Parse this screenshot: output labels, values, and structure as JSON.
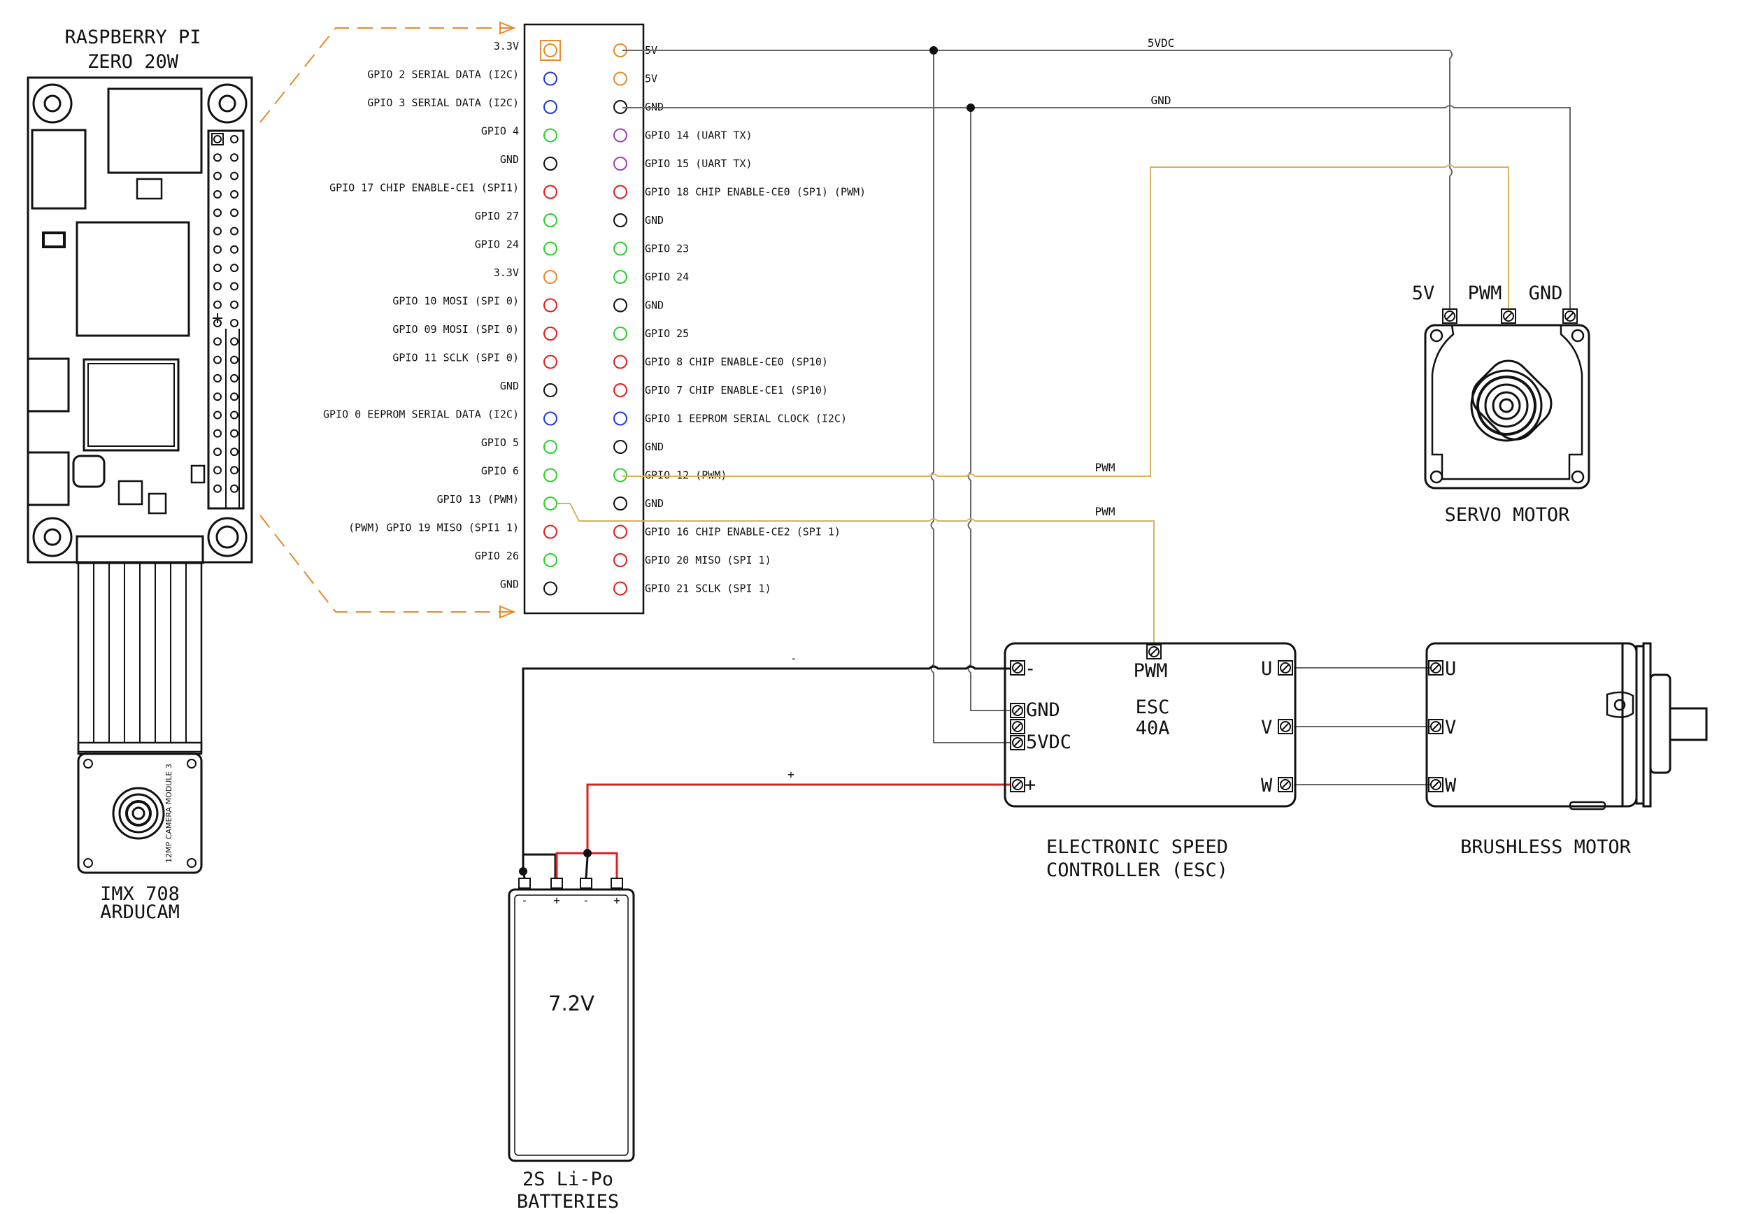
{
  "titles": {
    "rpi_line1": "RASPBERRY PI",
    "rpi_line2": "ZERO 20W",
    "cam_line1": "IMX 708",
    "cam_line2": "ARDUCAM",
    "servo": "SERVO MOTOR",
    "esc_line1": "ELECTRONIC SPEED",
    "esc_line2": "CONTROLLER (ESC)",
    "motor": "BRUSHLESS MOTOR",
    "battery_line1": "2S Li-Po",
    "battery_line2": "BATTERIES"
  },
  "camera_module_text": "12MP CAMERA MODULE 3",
  "gpio_left": [
    {
      "label": "3.3V",
      "color": "#e8892a"
    },
    {
      "label": "GPIO 2 SERIAL DATA (I2C)",
      "color": "#1f3ad6"
    },
    {
      "label": "GPIO 3 SERIAL DATA (I2C)",
      "color": "#1f3ad6"
    },
    {
      "label": "GPIO 4",
      "color": "#2bd12b"
    },
    {
      "label": "GND",
      "color": "#111111"
    },
    {
      "label": "GPIO 17 CHIP ENABLE-CE1 (SPI1)",
      "color": "#e02020"
    },
    {
      "label": "GPIO 27",
      "color": "#2bd12b"
    },
    {
      "label": "GPIO 24",
      "color": "#2bd12b"
    },
    {
      "label": "3.3V",
      "color": "#e8892a"
    },
    {
      "label": "GPIO 10 MOSI (SPI 0)",
      "color": "#e02020"
    },
    {
      "label": "GPIO 09 MOSI (SPI 0)",
      "color": "#e02020"
    },
    {
      "label": "GPIO 11 SCLK (SPI 0)",
      "color": "#e02020"
    },
    {
      "label": "GND",
      "color": "#111111"
    },
    {
      "label": "GPIO 0 EEPROM SERIAL DATA (I2C)",
      "color": "#1f3ad6"
    },
    {
      "label": "GPIO 5",
      "color": "#2bd12b"
    },
    {
      "label": "GPIO 6",
      "color": "#2bd12b"
    },
    {
      "label": "GPIO 13 (PWM)",
      "color": "#2bd12b"
    },
    {
      "label": "(PWM) GPIO 19 MISO (SPI1 1)",
      "color": "#e02020"
    },
    {
      "label": "GPIO 26",
      "color": "#2bd12b"
    },
    {
      "label": "GND",
      "color": "#111111"
    }
  ],
  "gpio_right": [
    {
      "label": "5V",
      "color": "#e8892a"
    },
    {
      "label": "5V",
      "color": "#e8892a"
    },
    {
      "label": "GND",
      "color": "#111111"
    },
    {
      "label": "GPIO 14 (UART TX)",
      "color": "#a040b0"
    },
    {
      "label": "GPIO 15 (UART TX)",
      "color": "#a040b0"
    },
    {
      "label": "GPIO 18 CHIP ENABLE-CE0 (SP1) (PWM)",
      "color": "#e02020"
    },
    {
      "label": "GND",
      "color": "#111111"
    },
    {
      "label": "GPIO 23",
      "color": "#2bd12b"
    },
    {
      "label": "GPIO 24",
      "color": "#2bd12b"
    },
    {
      "label": "GND",
      "color": "#111111"
    },
    {
      "label": "GPIO 25",
      "color": "#2bd12b"
    },
    {
      "label": "GPIO 8 CHIP ENABLE-CE0 (SP10)",
      "color": "#e02020"
    },
    {
      "label": "GPIO 7 CHIP ENABLE-CE1 (SP10)",
      "color": "#e02020"
    },
    {
      "label": "GPIO 1 EEPROM SERIAL CLOCK (I2C)",
      "color": "#1f3ad6"
    },
    {
      "label": "GND",
      "color": "#111111"
    },
    {
      "label": "GPIO 12 (PWM)",
      "color": "#2bd12b"
    },
    {
      "label": "GND",
      "color": "#111111"
    },
    {
      "label": "GPIO 16 CHIP ENABLE-CE2 (SPI 1)",
      "color": "#e02020"
    },
    {
      "label": "GPIO 20 MISO (SPI 1)",
      "color": "#e02020"
    },
    {
      "label": "GPIO 21 SCLK (SPI 1)",
      "color": "#e02020"
    }
  ],
  "nets": {
    "supply": "5VDC",
    "ground": "GND",
    "pwm_servo": "PWM",
    "pwm_esc": "PWM",
    "neg": "-",
    "pos": "+"
  },
  "servo_terminals": [
    "5V",
    "PWM",
    "GND"
  ],
  "esc": {
    "minus": "-",
    "pwm": "PWM",
    "gnd": "GND",
    "vdc": "5VDC",
    "plus": "+",
    "rating_line1": "ESC",
    "rating_line2": "40A",
    "phases": [
      "U",
      "V",
      "W"
    ]
  },
  "motor_phases": [
    "U",
    "V",
    "W"
  ],
  "battery": {
    "voltage": "7.2V",
    "terminals": [
      "-",
      "+",
      "-",
      "+"
    ]
  },
  "colors": {
    "line": "#111111",
    "thin": "#777777",
    "dash": "#e8892a",
    "pwm": "#d8b25a",
    "pos": "#e02020"
  }
}
